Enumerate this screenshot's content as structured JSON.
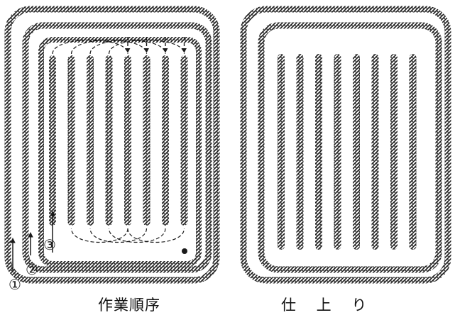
{
  "captions": {
    "left": "作業順序",
    "right": "仕 上 り"
  },
  "markers": [
    "①",
    "②",
    "③"
  ],
  "left_panel": {
    "rows": 8,
    "has_turn_paths": true,
    "has_end_dot": true
  },
  "right_panel": {
    "rows": 8
  },
  "colors": {
    "ink": "#1a1a1a",
    "paper": "#ffffff"
  }
}
